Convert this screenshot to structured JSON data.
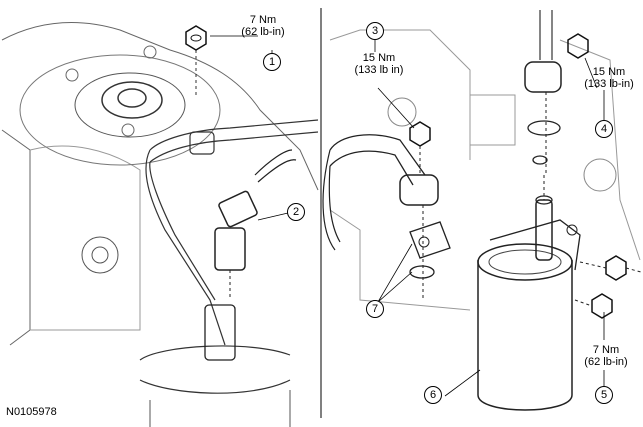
{
  "figure_id": "N0105978",
  "callouts": [
    {
      "number": "1",
      "spec": [
        "7 Nm",
        "(62 lb-in)"
      ]
    },
    {
      "number": "2"
    },
    {
      "number": "3",
      "spec": [
        "15 Nm",
        "(133 lb in)"
      ]
    },
    {
      "number": "4",
      "spec": [
        "15 Nm",
        "(133 lb-in)"
      ]
    },
    {
      "number": "5",
      "spec": [
        "7 Nm",
        "(62 lb-in)"
      ]
    },
    {
      "number": "6"
    },
    {
      "number": "7"
    }
  ]
}
